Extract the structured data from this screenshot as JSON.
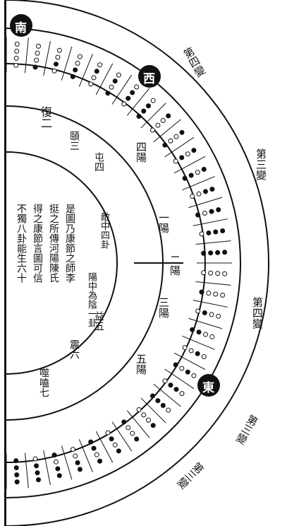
{
  "corner_marks": {
    "south": "南",
    "west": "西",
    "east": "東"
  },
  "center_text": [
    "是圖乃康節之師李",
    "挺之所傳河陽陳氏",
    "得之康節言圖可信",
    "不獨八卦能生六十"
  ],
  "center_side_text": [
    "敵中四卦",
    "陽中為陰一卦"
  ],
  "inner_ring_labels": [
    "復二",
    "頤三",
    "屯四",
    "益五",
    "震六",
    "噬嗑七"
  ],
  "radial_labels": [
    "一陽",
    "二陽",
    "三陽",
    "四陽",
    "五陽"
  ],
  "outer_labels": {
    "top": "第四變",
    "upper_right": "第三變",
    "mid_right": "第四變",
    "lower_right": "第三變",
    "lower": "第三變"
  }
}
